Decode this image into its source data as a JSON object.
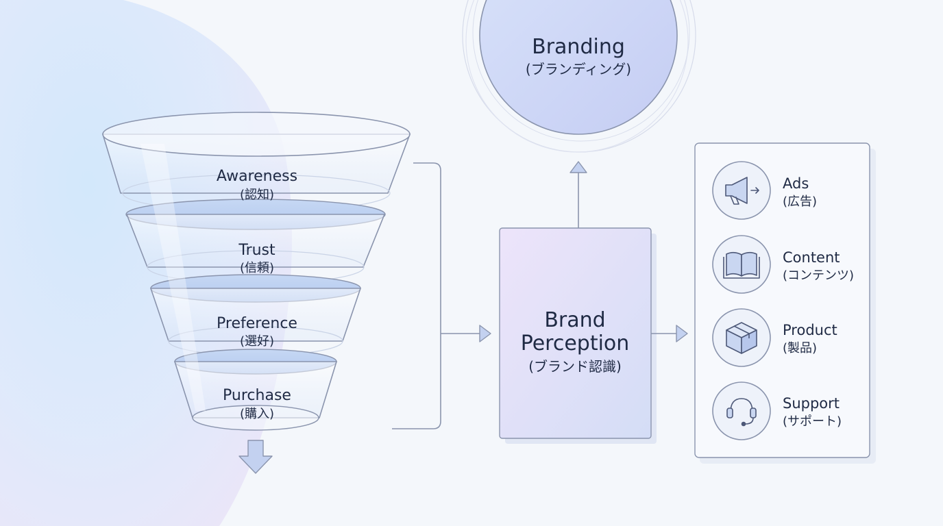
{
  "funnel": {
    "stages": [
      {
        "title": "Awareness",
        "subtitle": "(認知)"
      },
      {
        "title": "Trust",
        "subtitle": "(信頼)"
      },
      {
        "title": "Preference",
        "subtitle": "(選好)"
      },
      {
        "title": "Purchase",
        "subtitle": "(購入)"
      }
    ]
  },
  "branding": {
    "title": "Branding",
    "subtitle": "(ブランディング)"
  },
  "perception": {
    "line1": "Brand",
    "line2": "Perception",
    "subtitle": "(ブランド認識)"
  },
  "channels": [
    {
      "title": "Ads",
      "subtitle": "(広告)",
      "icon": "megaphone-icon"
    },
    {
      "title": "Content",
      "subtitle": "(コンテンツ)",
      "icon": "book-icon"
    },
    {
      "title": "Product",
      "subtitle": "(製品)",
      "icon": "box-icon"
    },
    {
      "title": "Support",
      "subtitle": "(サポート)",
      "icon": "headset-icon"
    }
  ],
  "colors": {
    "background": "#f4f7fb",
    "stroke": "#8a94ad",
    "accent_blue": "#b9cdf2",
    "accent_lavender": "#dcd6f5"
  }
}
